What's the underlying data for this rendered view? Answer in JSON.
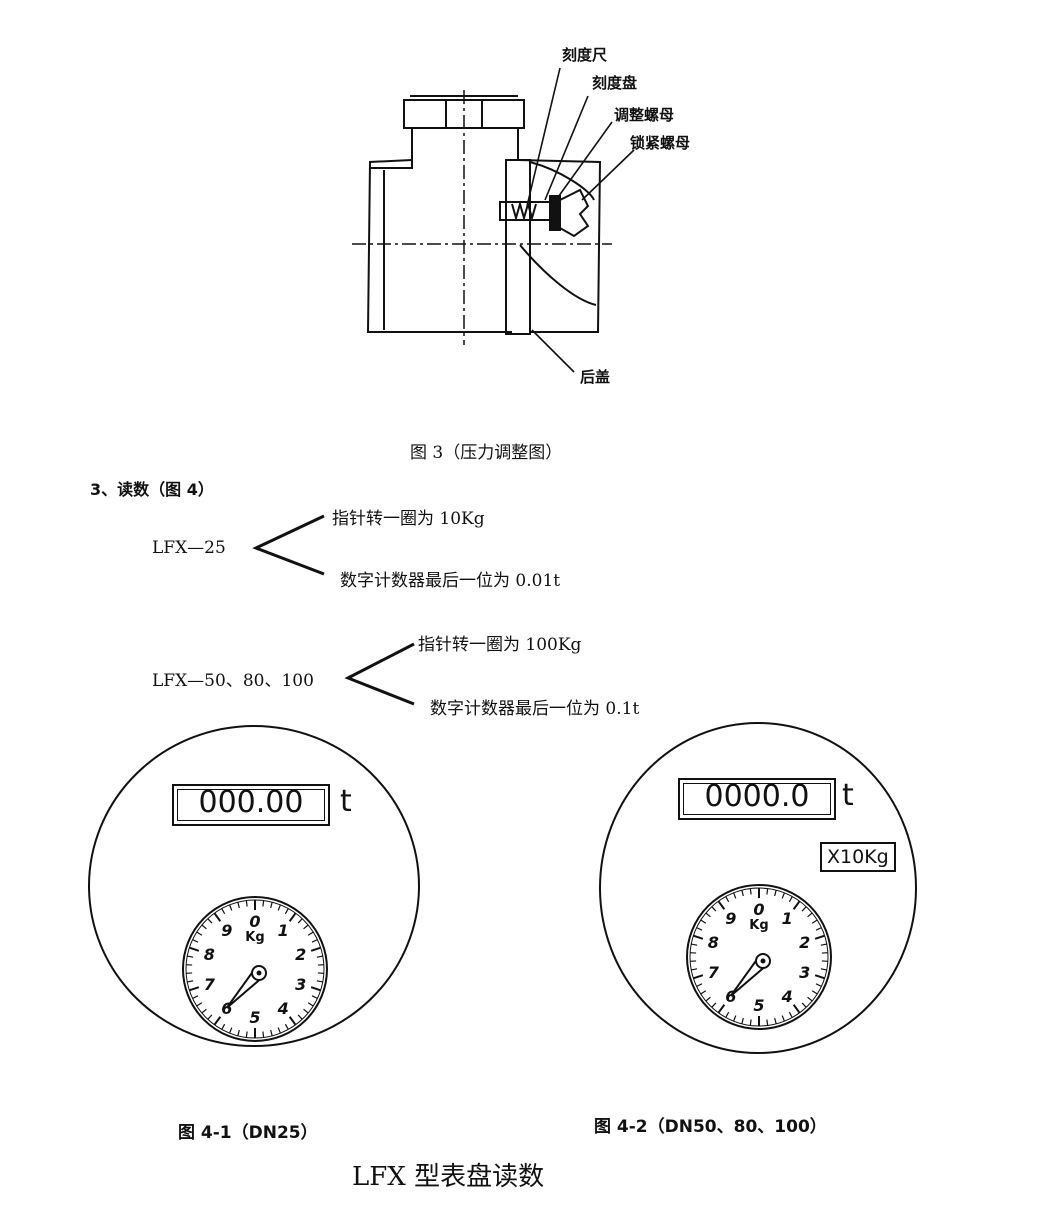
{
  "figure3": {
    "callouts": [
      "刻度尺",
      "刻度盘",
      "调整螺母",
      "锁紧螺母"
    ],
    "rear_cover_label": "后盖",
    "caption": "图 3（压力调整图）"
  },
  "section": {
    "heading": "3、读数（图 4）",
    "groups": [
      {
        "model": "LFX—25",
        "line1": "指针转一圈为 10Kg",
        "line2": "数字计数器最后一位为 0.01t"
      },
      {
        "model": "LFX—50、80、100",
        "line1": "指针转一圈为 100Kg",
        "line2": "数字计数器最后一位为 0.1t"
      }
    ]
  },
  "dials": [
    {
      "counter": "000.00",
      "unit": "t",
      "multiplier": "",
      "dial_unit": "Kg",
      "dial_numbers": [
        "0",
        "1",
        "2",
        "3",
        "4",
        "5",
        "6",
        "7",
        "8",
        "9"
      ],
      "pointer_value": 6,
      "caption": "图 4-1（DN25）"
    },
    {
      "counter": "0000.0",
      "unit": "t",
      "multiplier": "X10Kg",
      "dial_unit": "Kg",
      "dial_numbers": [
        "0",
        "1",
        "2",
        "3",
        "4",
        "5",
        "6",
        "7",
        "8",
        "9"
      ],
      "pointer_value": 6,
      "caption": "图 4-2（DN50、80、100）"
    }
  ],
  "page_title": "LFX 型表盘读数"
}
